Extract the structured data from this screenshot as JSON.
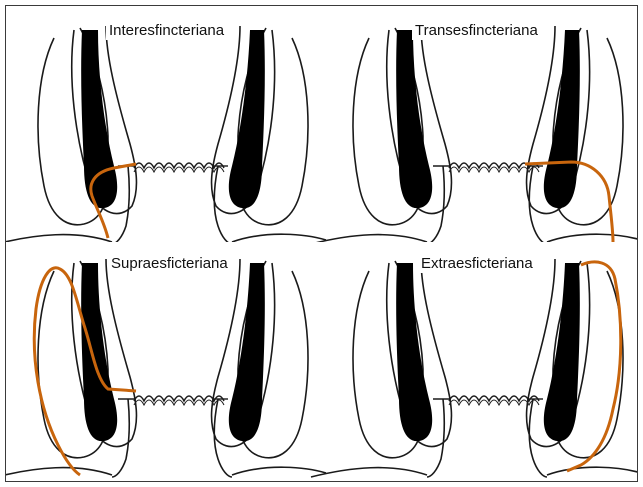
{
  "panels": [
    {
      "id": "interesfincteriana",
      "label": "Interesfincteriana",
      "track": "inter"
    },
    {
      "id": "transesfincteriana",
      "label": "Transesfincteriana",
      "track": "trans"
    },
    {
      "id": "supraesfincteriana",
      "label": "Supraesficteriana",
      "track": "supra"
    },
    {
      "id": "extraesfincteriana",
      "label": "Extraesficteriana",
      "track": "extra"
    }
  ],
  "colors": {
    "tract": "#c8650d",
    "outline": "#1a1a1a",
    "muscle": "#000000",
    "background": "#ffffff"
  }
}
